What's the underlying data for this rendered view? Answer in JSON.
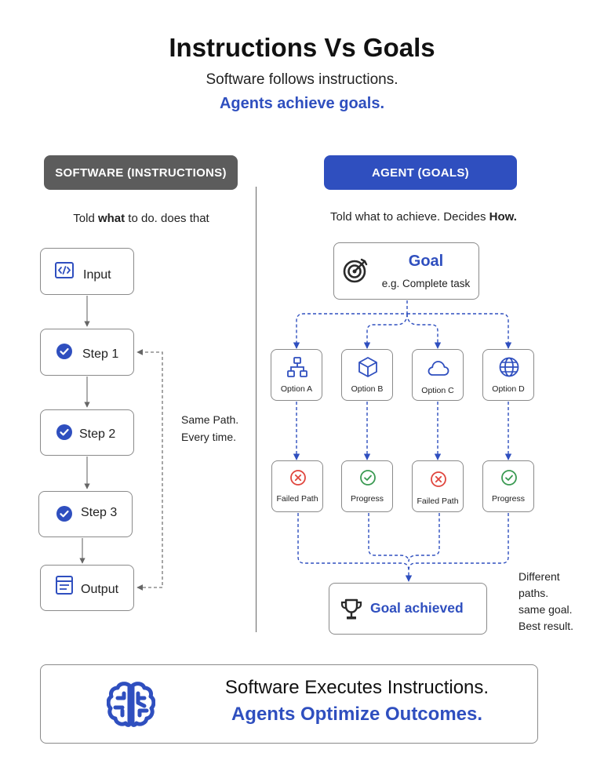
{
  "title": "Instructions Vs Goals",
  "subtitle_line1": "Software follows instructions.",
  "subtitle_line2": "Agents achieve goals.",
  "colors": {
    "accent": "#2f4fbf",
    "header_gray": "#5c5c5c",
    "fail": "#e0463e",
    "success": "#3a9a52"
  },
  "software": {
    "header": "SOFTWARE (INSTRUCTIONS)",
    "desc_pre": "Told ",
    "desc_bold": "what",
    "desc_post": " to do. does that",
    "steps": [
      {
        "label": "Input",
        "icon": "code-icon"
      },
      {
        "label": "Step 1",
        "icon": "check-circle-icon"
      },
      {
        "label": "Step 2",
        "icon": "check-circle-icon"
      },
      {
        "label": "Step 3",
        "icon": "check-circle-icon"
      },
      {
        "label": "Output",
        "icon": "document-list-icon"
      }
    ],
    "loop_note_line1": "Same Path.",
    "loop_note_line2": "Every time."
  },
  "agent": {
    "header": "AGENT (GOALS)",
    "desc_pre": "Told what to achieve. Decides ",
    "desc_bold": "How.",
    "goal_title": "Goal",
    "goal_sub": "e.g. Complete task",
    "goal_icon": "target-icon",
    "options": [
      {
        "label": "Option A",
        "icon": "hierarchy-icon"
      },
      {
        "label": "Option B",
        "icon": "cube-icon"
      },
      {
        "label": "Option C",
        "icon": "cloud-icon"
      },
      {
        "label": "Option D",
        "icon": "globe-icon"
      }
    ],
    "results": [
      {
        "label": "Failed Path",
        "status": "failed",
        "icon": "x-circle-icon"
      },
      {
        "label": "Progress",
        "status": "progress",
        "icon": "check-circle-icon"
      },
      {
        "label": "Failed Path",
        "status": "failed",
        "icon": "x-circle-icon"
      },
      {
        "label": "Progress",
        "status": "progress",
        "icon": "check-circle-icon"
      }
    ],
    "achieved_label": "Goal achieved",
    "achieved_icon": "trophy-icon",
    "note_lines": [
      "Different",
      "paths.",
      "same goal.",
      "Best result."
    ]
  },
  "summary": {
    "line1": "Software Executes Instructions.",
    "line2": "Agents Optimize Outcomes.",
    "icon": "brain-icon"
  }
}
